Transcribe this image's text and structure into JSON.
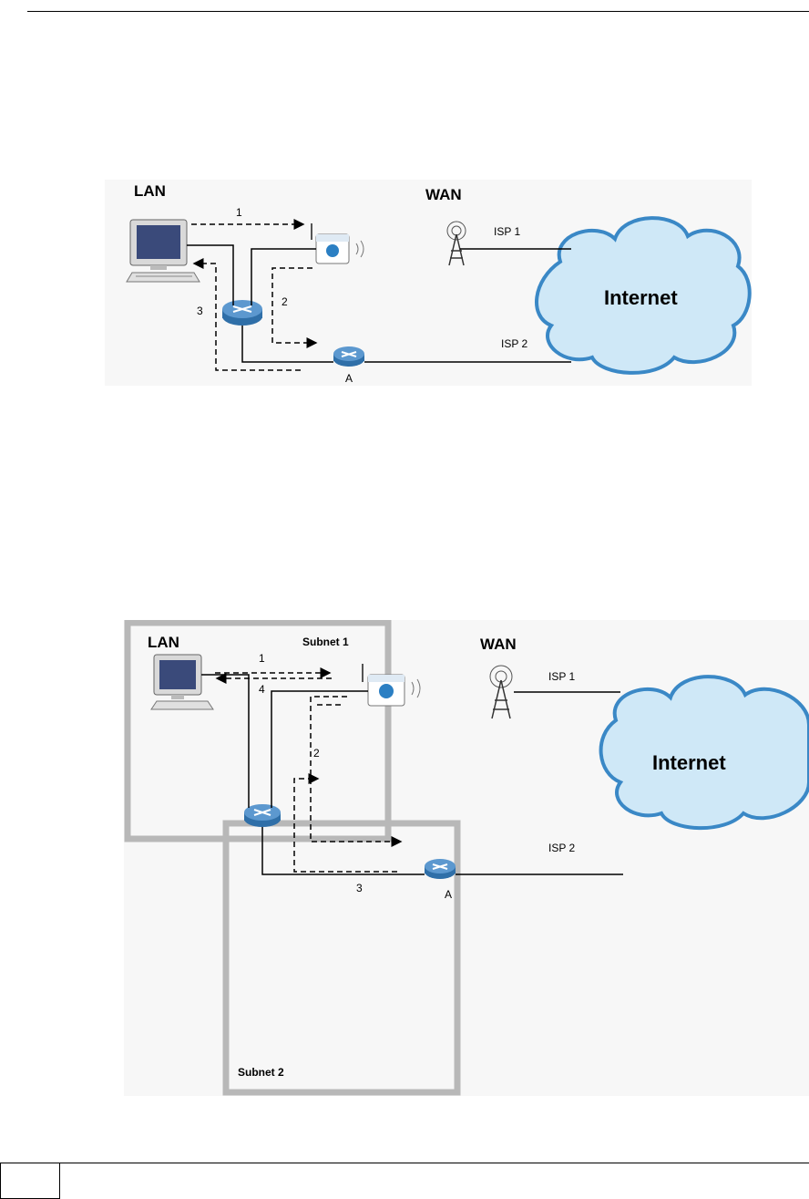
{
  "figure1": {
    "lan_label": "LAN",
    "wan_label": "WAN",
    "isp1_label": "ISP 1",
    "isp2_label": "ISP 2",
    "internet_label": "Internet",
    "router_a_label": "A",
    "step1": "1",
    "step2": "2",
    "step3": "3"
  },
  "figure2": {
    "lan_label": "LAN",
    "wan_label": "WAN",
    "subnet1_label": "Subnet 1",
    "subnet2_label": "Subnet 2",
    "isp1_label": "ISP 1",
    "isp2_label": "ISP 2",
    "internet_label": "Internet",
    "router_a_label": "A",
    "step1": "1",
    "step2": "2",
    "step3": "3",
    "step4": "4"
  },
  "colors": {
    "cloud": "#cfe8f7",
    "cloud_edge": "#3a88c6",
    "router": "#2f6fa8",
    "subnet_box": "#b8b8b8"
  }
}
